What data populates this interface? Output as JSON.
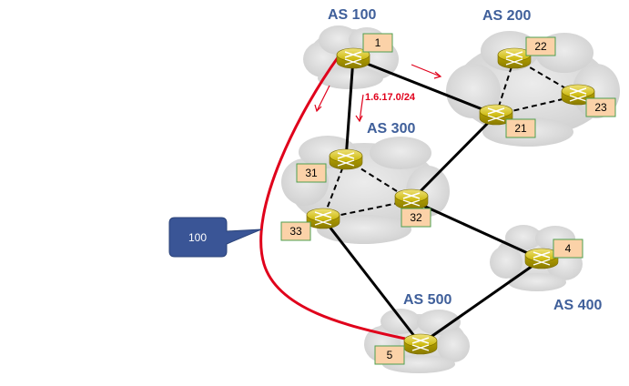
{
  "diagram": {
    "as_labels": {
      "as100": "AS 100",
      "as200": "AS 200",
      "as300": "AS 300",
      "as400": "AS 400",
      "as500": "AS 500"
    },
    "prefix": "1.6.17.0/24",
    "callout": "100",
    "routers": {
      "r1": "1",
      "r22": "22",
      "r21": "21",
      "r23": "23",
      "r31": "31",
      "r32": "32",
      "r33": "33",
      "r4": "4",
      "r5": "5"
    },
    "colors": {
      "cloud": "#dcdcdc",
      "router_body": "#c8b400",
      "label_box": "#fbd2a8",
      "label_box_border": "#4f9f4f",
      "as_text": "#3f5f9a",
      "prefix_text": "#e0001b",
      "highlight_path": "#e0001b",
      "callout_fill": "#3a5596"
    }
  }
}
